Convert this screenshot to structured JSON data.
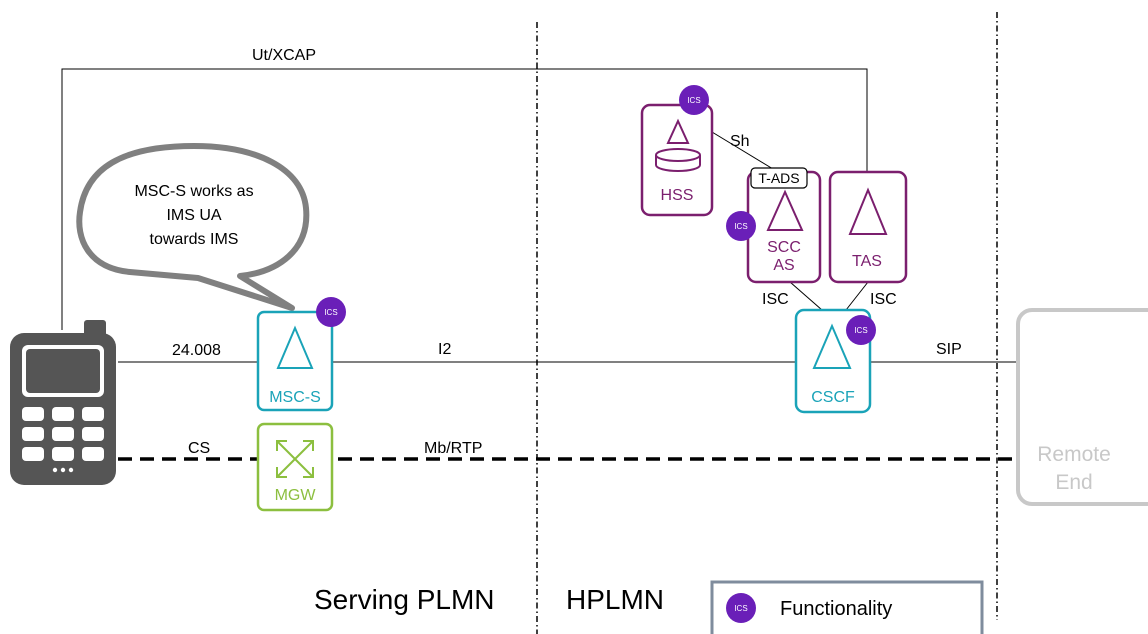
{
  "links": {
    "ut_xcap": "Ut/XCAP",
    "l24008": "24.008",
    "i2": "I2",
    "sh": "Sh",
    "isc_left": "ISC",
    "isc_right": "ISC",
    "sip": "SIP",
    "cs": "CS",
    "mb_rtp": "Mb/RTP"
  },
  "nodes": {
    "msc_s": "MSC-S",
    "mgw": "MGW",
    "cscf": "CSCF",
    "hss": "HSS",
    "scc_as_line1": "SCC",
    "scc_as_line2": "AS",
    "tas": "TAS",
    "t_ads": "T-ADS",
    "remote_line1": "Remote",
    "remote_line2": "End"
  },
  "bubble": {
    "line1": "MSC-S works as",
    "line2": "IMS UA",
    "line3": "towards IMS"
  },
  "ics_badge": "ICS",
  "regions": {
    "serving": "Serving PLMN",
    "home": "HPLMN"
  },
  "legend": {
    "badge": "ICS",
    "label": "Functionality"
  },
  "colors": {
    "teal": "#1aa3b8",
    "green": "#8cbf3f",
    "purple": "#7b1f6e",
    "badge": "#6a1fb8",
    "phone": "#555555",
    "remote": "#c8c8c8",
    "legend_border": "#7f8c9d"
  }
}
